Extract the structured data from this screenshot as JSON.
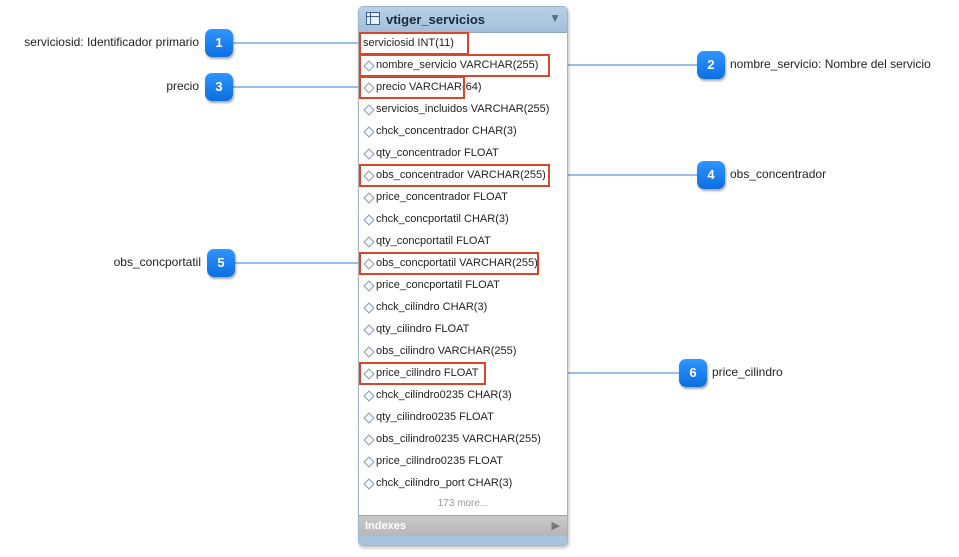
{
  "table": {
    "title": "vtiger_servicios",
    "columns": [
      "serviciosid INT(11)",
      "nombre_servicio VARCHAR(255)",
      "precio VARCHAR(64)",
      "servicios_incluidos VARCHAR(255)",
      "chck_concentrador CHAR(3)",
      "qty_concentrador FLOAT",
      "obs_concentrador VARCHAR(255)",
      "price_concentrador FLOAT",
      "chck_concportatil CHAR(3)",
      "qty_concportatil FLOAT",
      "obs_concportatil VARCHAR(255)",
      "price_concportatil FLOAT",
      "chck_cilindro CHAR(3)",
      "qty_cilindro FLOAT",
      "obs_cilindro VARCHAR(255)",
      "price_cilindro FLOAT",
      "chck_cilindro0235 CHAR(3)",
      "qty_cilindro0235 FLOAT",
      "obs_cilindro0235 VARCHAR(255)",
      "price_cilindro0235 FLOAT",
      "chck_cilindro_port CHAR(3)"
    ],
    "more_label": "173 more...",
    "indexes_label": "Indexes"
  },
  "callouts": [
    {
      "number": "1",
      "text": "serviciosid: Identificador primario",
      "side": "left",
      "row": 0
    },
    {
      "number": "2",
      "text": "nombre_servicio: Nombre del servicio",
      "side": "right",
      "row": 1
    },
    {
      "number": "3",
      "text": "precio",
      "side": "left",
      "row": 2
    },
    {
      "number": "4",
      "text": "obs_concentrador",
      "side": "right",
      "row": 6
    },
    {
      "number": "5",
      "text": "obs_concportatil",
      "side": "left",
      "row": 10
    },
    {
      "number": "6",
      "text": "price_cilindro",
      "side": "right",
      "row": 15
    }
  ],
  "colors": {
    "badge": "#1a82f7",
    "highlight": "#d9472b",
    "connector": "#2f7fd6",
    "header": "#a9c4df"
  }
}
